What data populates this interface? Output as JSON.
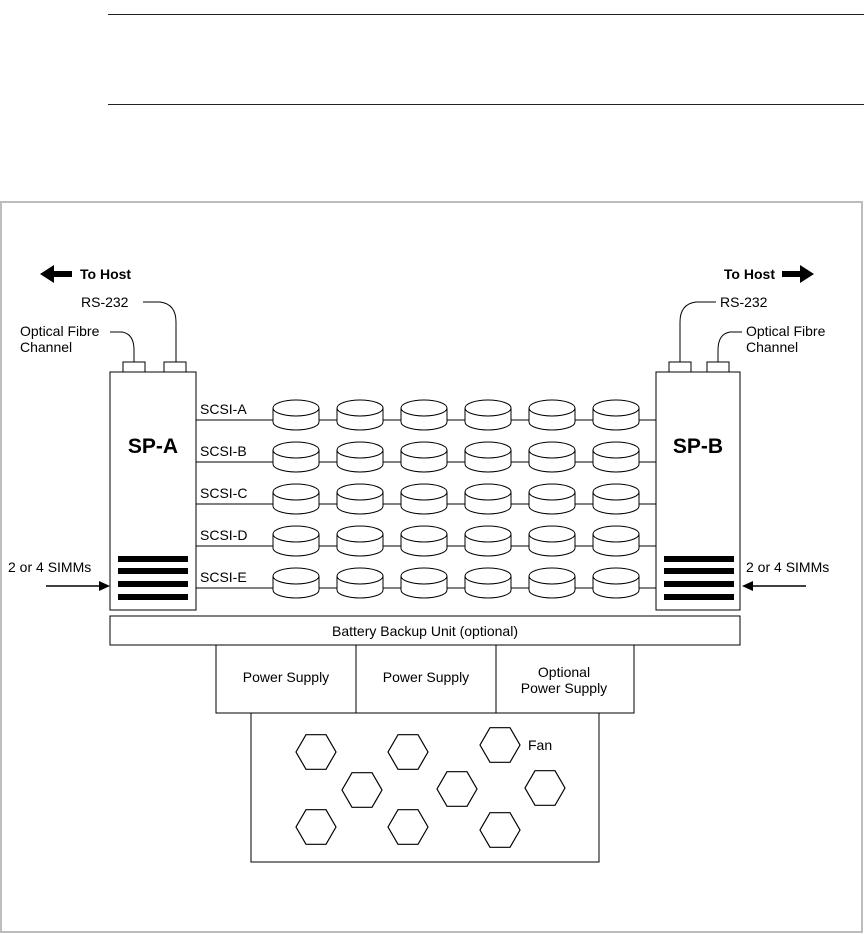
{
  "diagram": {
    "left": {
      "to_host": "To Host",
      "rs232": "RS-232",
      "optical_line1": "Optical Fibre",
      "optical_line2": "Channel",
      "processor": "SP-A",
      "simms": "2 or 4 SIMMs"
    },
    "right": {
      "to_host": "To Host",
      "rs232": "RS-232",
      "optical_line1": "Optical Fibre",
      "optical_line2": "Channel",
      "processor": "SP-B",
      "simms": "2 or 4 SIMMs"
    },
    "buses": [
      "SCSI-A",
      "SCSI-B",
      "SCSI-C",
      "SCSI-D",
      "SCSI-E"
    ],
    "disks_per_bus": 6,
    "battery": "Battery Backup Unit (optional)",
    "power_supplies": [
      {
        "lines": [
          "Power Supply"
        ]
      },
      {
        "lines": [
          "Power Supply"
        ]
      },
      {
        "lines": [
          "Optional",
          "Power Supply"
        ]
      }
    ],
    "fan_label": "Fan",
    "fan_count": 9
  }
}
